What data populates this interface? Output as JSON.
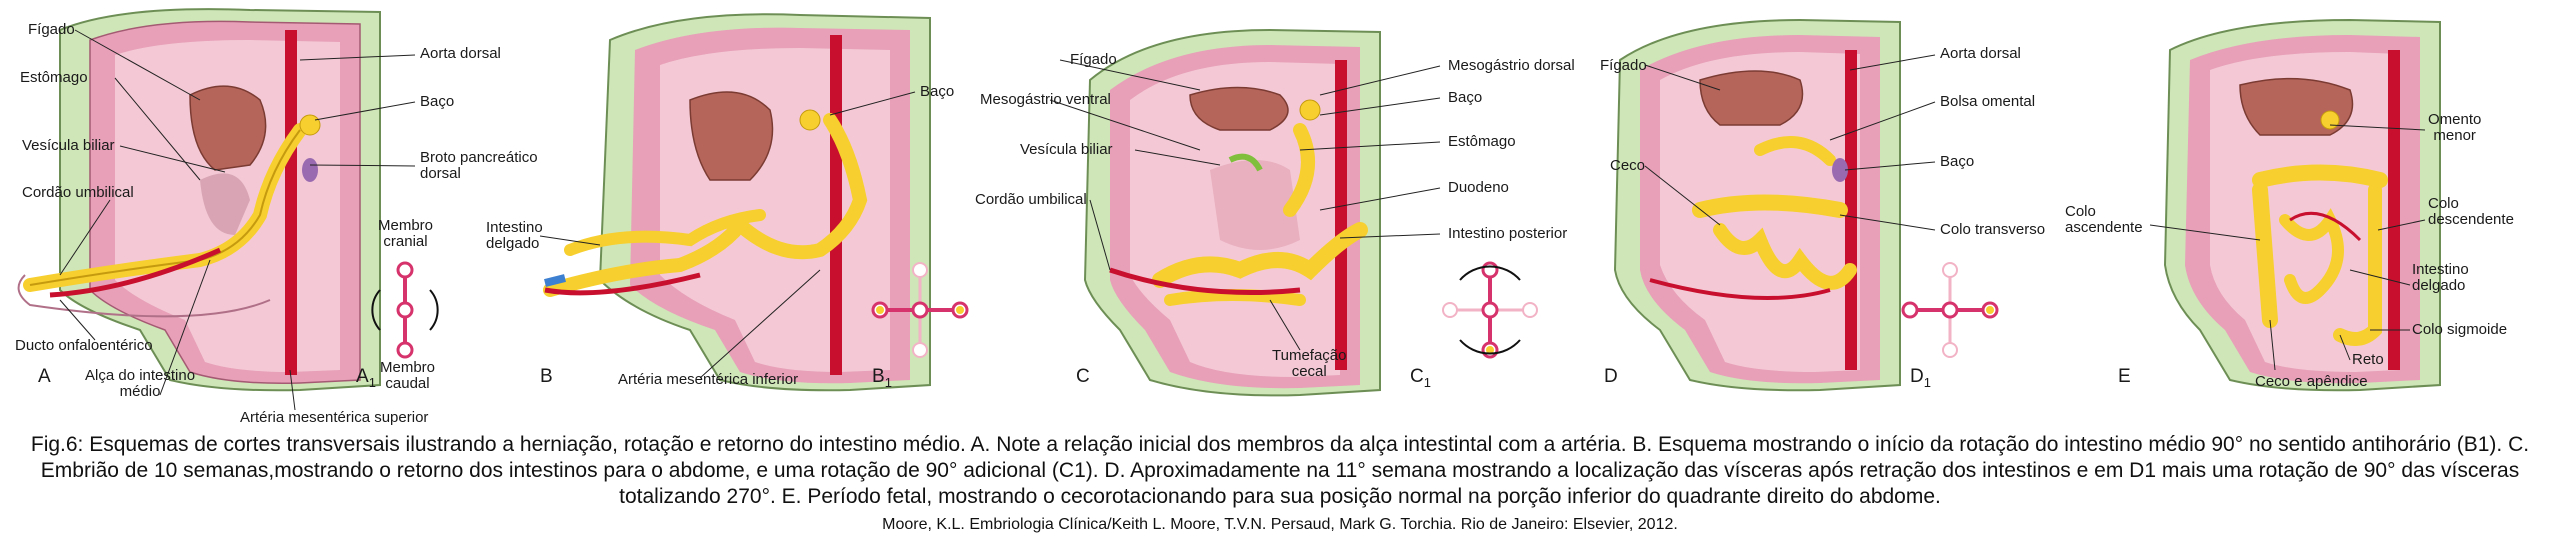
{
  "labels": {
    "A": {
      "figado": "Fígado",
      "estomago": "Estômago",
      "vesicula": "Vesícula biliar",
      "cordao": "Cordão umbilical",
      "ducto": "Ducto onfaloentérico",
      "alca": "Alça do intestino\nmédio",
      "aorta": "Aorta dorsal",
      "baco": "Baço",
      "broto": "Broto pancreático\ndorsal",
      "membro_cranial": "Membro\ncranial",
      "membro_caudal": "Membro\ncaudal",
      "arteria_sup": "Artéria mesentérica superior",
      "letter": "A",
      "letter1": "A",
      "sub1": "1"
    },
    "B": {
      "baco": "Baço",
      "intestino": "Intestino\ndelgado",
      "arteria_inf": "Artéria mesentérica inferior",
      "letter": "B",
      "letter1": "B",
      "sub1": "1"
    },
    "C": {
      "figado": "Fígado",
      "mesogastrio_ventral": "Mesogástrio ventral",
      "vesicula": "Vesícula biliar",
      "cordao": "Cordão umbilical",
      "mesogastrio_dorsal": "Mesogástrio dorsal",
      "baco": "Baço",
      "estomago": "Estômago",
      "duodeno": "Duodeno",
      "intestino_post": "Intestino posterior",
      "tumefacao": "Tumefação\ncecal",
      "letter": "C",
      "letter1": "C",
      "sub1": "1"
    },
    "D": {
      "figado": "Fígado",
      "ceco": "Ceco",
      "aorta": "Aorta dorsal",
      "bolsa": "Bolsa omental",
      "baco": "Baço",
      "colo_transverso": "Colo transverso",
      "letter": "D",
      "letter1": "D",
      "sub1": "1"
    },
    "E": {
      "omento": "Omento\nmenor",
      "colo_asc": "Colo\nascendente",
      "colo_desc": "Colo\ndescendente",
      "intestino": "Intestino\ndelgado",
      "colo_sig": "Colo sigmoide",
      "reto": "Reto",
      "ceco_apendice": "Ceco e apêndice",
      "letter": "E"
    }
  },
  "caption": "Fig.6: Esquemas de cortes transversais ilustrando a herniação, rotação e retorno do intestino médio. A. Note a relação inicial dos membros da alça intestintal com a artéria. B. Esquema mostrando o início da rotação do intestino médio 90° no sentido antihorário (B1). C. Embrião de 10 semanas,mostrando o retorno dos intestinos para o abdome, e uma rotação de 90° adicional (C1). D. Aproximadamente na 11° semana mostrando a localização das vísceras após retração dos intestinos e em D1 mais uma rotação de 90° das vísceras totalizando 270°. E. Período fetal, mostrando o cecorotacionando para sua posição normal na porção inferior do quadrante direito do abdome.",
  "credit": "Moore, K.L. Embriologia Clínica/Keith L. Moore, T.V.N. Persaud, Mark G. Torchia. Rio de Janeiro: Elsevier, 2012.",
  "colors": {
    "body_green": "#cfe6b8",
    "body_pink": "#f2c2cf",
    "liver": "#b5655a",
    "gut_yellow": "#f7cf2e",
    "artery": "#c8102e",
    "symbol_pink": "#d6336c"
  }
}
